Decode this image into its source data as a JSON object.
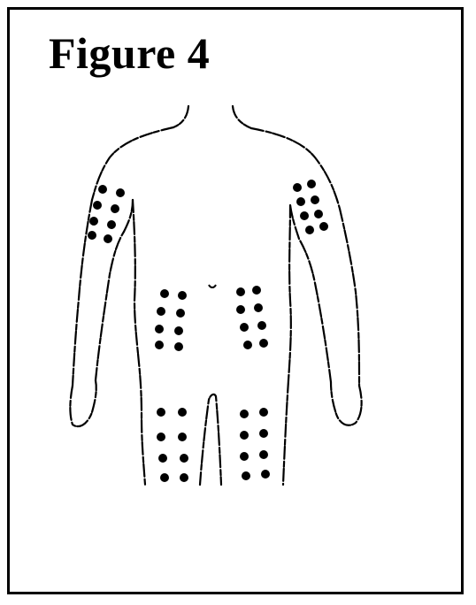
{
  "figure": {
    "title": "Figure 4"
  },
  "colors": {
    "ink": "#000000",
    "background": "#ffffff"
  },
  "body_outline": {
    "view": "front",
    "icon": "human-body-outline"
  },
  "injection_sites": [
    {
      "name": "right-upper-arm-sites",
      "dot_count": 8
    },
    {
      "name": "left-upper-arm-sites",
      "dot_count": 8
    },
    {
      "name": "right-abdomen-sites",
      "dot_count": 8
    },
    {
      "name": "left-abdomen-sites",
      "dot_count": 8
    },
    {
      "name": "right-thigh-sites",
      "dot_count": 8
    },
    {
      "name": "left-thigh-sites",
      "dot_count": 8
    }
  ]
}
